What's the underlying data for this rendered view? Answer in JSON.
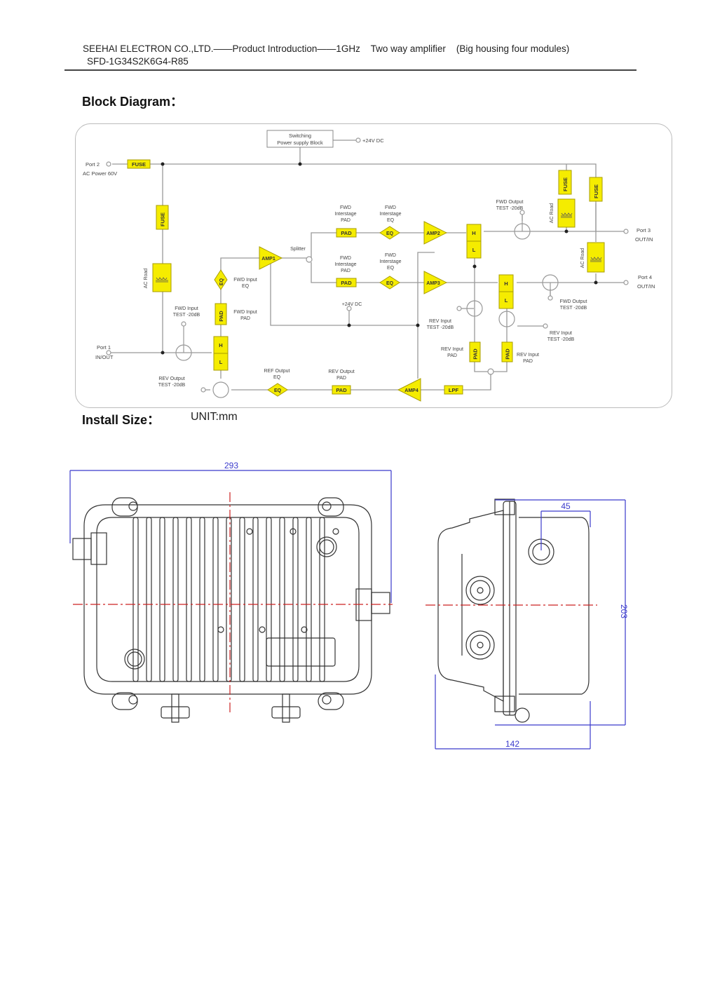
{
  "header": {
    "line1": "SEEHAI ELECTRON CO.,LTD.——Product Introduction——1GHz    Two way amplifier    (Big housing four modules)",
    "model": "SFD-1G34S2K6G4-R85"
  },
  "block_diagram": {
    "title": "Block Diagram：",
    "colors": {
      "component_fill": "#f5ec00",
      "component_stroke": "#a89c00",
      "line": "#999999"
    },
    "power_supply": {
      "line1": "Switching",
      "line2": "Power supply Block",
      "dc": "+24V DC"
    },
    "port2": {
      "name": "Port 2",
      "desc": "AC Power 60V"
    },
    "port1": {
      "name": "Port 1",
      "desc": "IN/OUT"
    },
    "port3": {
      "name": "Port 3",
      "desc": "OUT/IN"
    },
    "port4": {
      "name": "Port 4",
      "desc": "OUT/IN"
    },
    "fuse": "FUSE",
    "ac_road": "AC Road",
    "pad": "PAD",
    "eq": "EQ",
    "lpf": "LPF",
    "h": "H",
    "l": "L",
    "amp1": "AMP1",
    "amp2": "AMP2",
    "amp3": "AMP3",
    "amp4": "AMP4",
    "splitter": "Splitter",
    "dc24": "+24V DC",
    "labels": {
      "fwd_input_eq": [
        "FWD Input",
        "EQ"
      ],
      "fwd_input_pad": [
        "FWD Input",
        "PAD"
      ],
      "fwd_input_test": [
        "FWD Input",
        "TEST -20dB"
      ],
      "fwd_interstage_pad_top": [
        "FWD",
        "Interstage",
        "PAD"
      ],
      "fwd_interstage_eq_top": [
        "FWD",
        "Interstage",
        "EQ"
      ],
      "fwd_interstage_pad_bot": [
        "FWD",
        "Interstage",
        "PAD"
      ],
      "fwd_interstage_eq_bot": [
        "FWD",
        "Interstage",
        "EQ"
      ],
      "fwd_output_test_3": [
        "FWD Output",
        "TEST -20dB"
      ],
      "fwd_output_test_4": [
        "FWD Output",
        "TEST -20dB"
      ],
      "rev_input_test_a": [
        "REV Input",
        "TEST -20dB"
      ],
      "rev_input_test_b": [
        "REV Input",
        "TEST -20dB"
      ],
      "rev_input_pad_a": [
        "REV Input",
        "PAD"
      ],
      "rev_input_pad_b": [
        "REV Input",
        "PAD"
      ],
      "rev_output_pad": [
        "REV Output",
        "PAD"
      ],
      "ref_output_eq": [
        "REF Output",
        "EQ"
      ],
      "rev_output_test": [
        "REV Output",
        "TEST -20dB"
      ]
    }
  },
  "install_size": {
    "title": "Install Size：",
    "unit": "UNIT:mm",
    "dims": {
      "width": "293",
      "height": "203",
      "depth": "142",
      "port_offset": "45"
    },
    "colors": {
      "dimension": "#3a3acc",
      "centerline": "#cc2222",
      "outline": "#333333"
    }
  }
}
